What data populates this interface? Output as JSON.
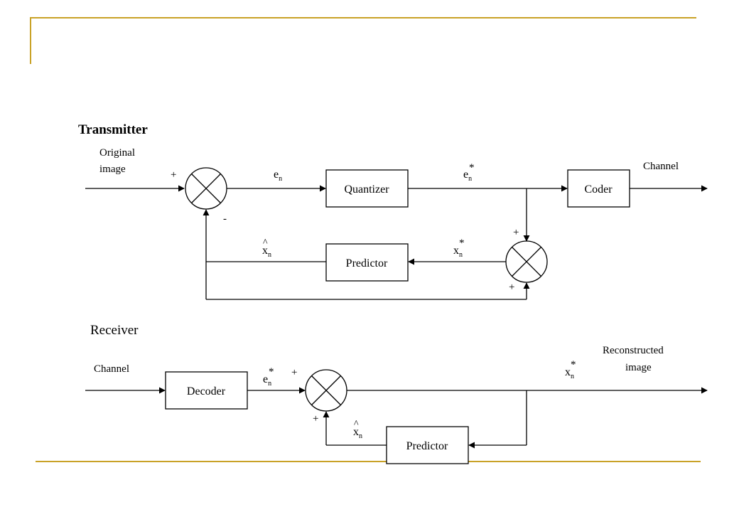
{
  "colors": {
    "accent": "#c9a227",
    "line": "#000000"
  },
  "transmitter": {
    "title": "Transmitter",
    "input_label_line1": "Original",
    "input_label_line2": "image",
    "output_label": "Channel",
    "quantizer": "Quantizer",
    "coder": "Coder",
    "predictor": "Predictor",
    "sum1_top_sign": "+",
    "sum1_bottom_sign": "-",
    "sum2_top_sign": "+",
    "sum2_bottom_sign": "+",
    "e_n": {
      "base": "e",
      "sub": "n"
    },
    "e_n_star": {
      "base": "e",
      "sub": "n",
      "sup": "*"
    },
    "x_n_hat": {
      "base": "x",
      "sub": "n",
      "sup": "^"
    },
    "x_n_star": {
      "base": "x",
      "sub": "n",
      "sup": "*"
    }
  },
  "receiver": {
    "title": "Receiver",
    "input_label": "Channel",
    "output_label_line1": "Reconstructed",
    "output_label_line2": "image",
    "decoder": "Decoder",
    "predictor": "Predictor",
    "sum_left_sign": "+",
    "sum_bottom_sign": "+",
    "e_n_star": {
      "base": "e",
      "sub": "n",
      "sup": "*"
    },
    "x_n_hat": {
      "base": "x",
      "sub": "n",
      "sup": "^"
    },
    "x_n_star": {
      "base": "x",
      "sub": "n",
      "sup": "*"
    }
  }
}
